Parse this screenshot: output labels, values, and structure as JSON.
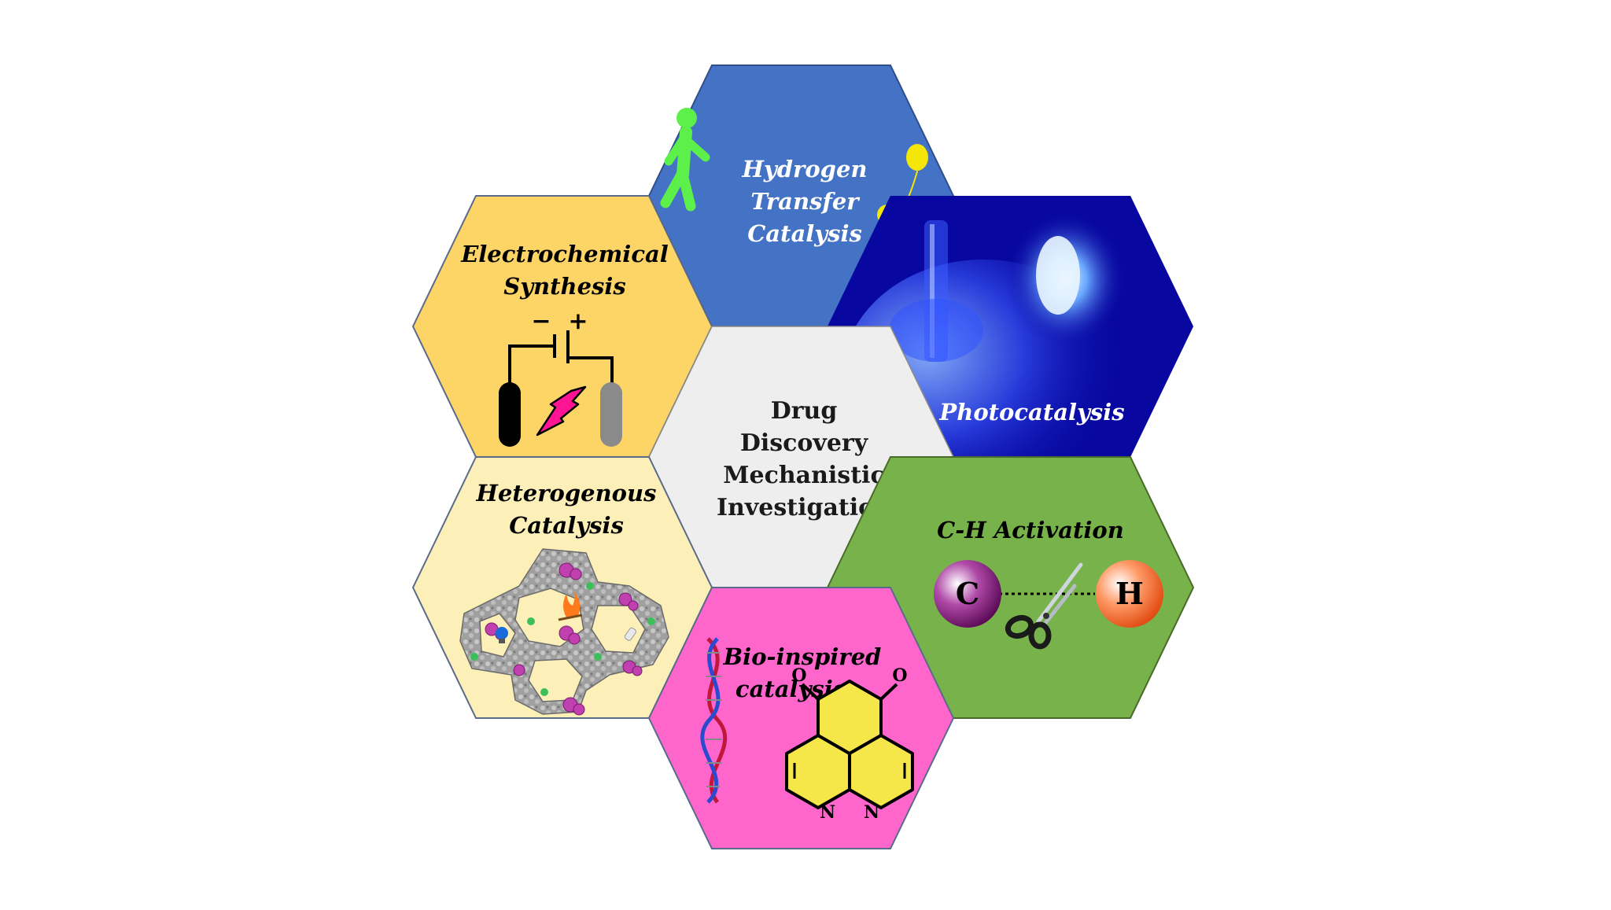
{
  "center": {
    "lines": [
      "Drug",
      "Discovery",
      "Mechanistic",
      "Investigation"
    ],
    "color": "#eeeeee"
  },
  "hexes": [
    {
      "id": "hydrogen-transfer",
      "lines": [
        "Hydrogen",
        "Transfer",
        "Catalysis"
      ],
      "color": "#4472c4",
      "text_color": "#ffffff"
    },
    {
      "id": "photocatalysis",
      "lines": [
        "Photocatalysis"
      ],
      "color": "#0a0aa8",
      "text_color": "#ffffff"
    },
    {
      "id": "ch-activation",
      "lines": [
        "C-H Activation"
      ],
      "color": "#78b24a",
      "text_color": "#000000"
    },
    {
      "id": "bio-inspired",
      "lines": [
        "Bio-inspired",
        "catalysis"
      ],
      "color": "#ff66cc",
      "text_color": "#000000"
    },
    {
      "id": "heterogenous",
      "lines": [
        "Heterogenous",
        "Catalysis"
      ],
      "color": "#fdefb8",
      "text_color": "#000000"
    },
    {
      "id": "electrochemical",
      "lines": [
        "Electrochemical",
        "Synthesis"
      ],
      "color": "#fdd566",
      "text_color": "#000000"
    }
  ],
  "icons": {
    "battery_minus": "−",
    "battery_plus": "+",
    "carbon_atom": "C",
    "hydrogen_atom": "H",
    "nitrogen_label": "N",
    "oxygen_label": "O"
  }
}
